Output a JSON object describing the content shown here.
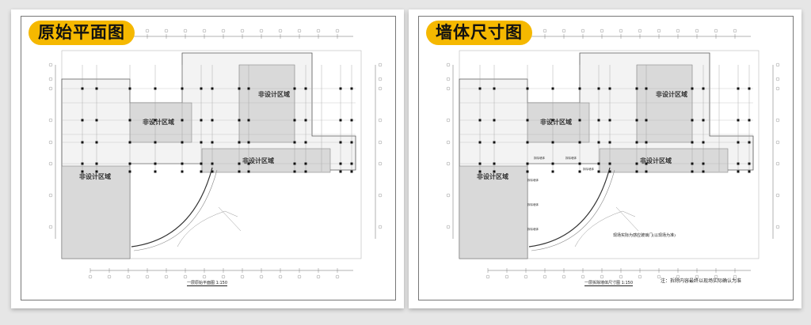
{
  "panels": [
    {
      "title": "原始平面图",
      "caption": "一层原始平面图  1:150"
    },
    {
      "title": "墙体尺寸图",
      "caption": "一层拆除墙体尺寸图  1:150",
      "note": "注：拆除内容最终以现场实际确认为准",
      "door_note": "现场实际为感应玻璃门(以现场为准)",
      "annotations": [
        "拆除墙体",
        "拆除墙体",
        "拆除墙体",
        "拆除墙体",
        "拆除墙体",
        "拆除墙体"
      ]
    }
  ],
  "zone_label": "非设计区域",
  "colors": {
    "accent": "#f5b800",
    "zone": "#d9d9d9"
  }
}
